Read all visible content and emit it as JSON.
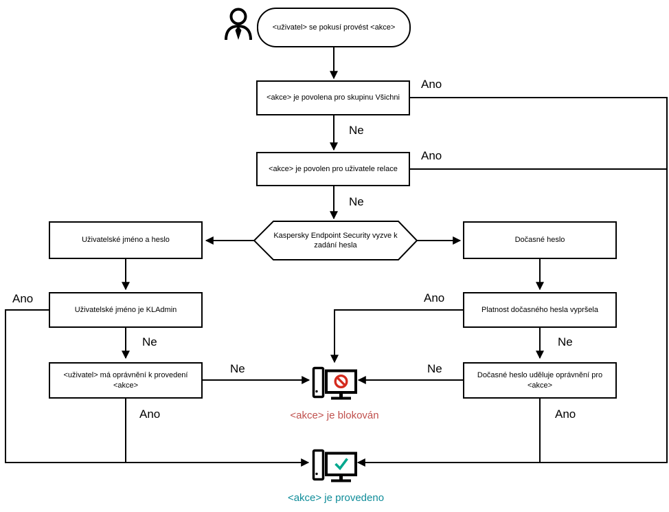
{
  "diagram_type": "flowchart",
  "labels": {
    "yes": "Ano",
    "no": "Ne"
  },
  "nodes": {
    "start": "<uživatel> se pokusí provést <akce>",
    "allowed_group": "<akce> je povolena pro skupinu Všichni",
    "allowed_session": "<akce> je povolen pro uživatele relace",
    "password_prompt": "Kaspersky Endpoint Security vyzve k zadání hesla",
    "username_password": "Uživatelské jméno a heslo",
    "temporary_password": "Dočasné heslo",
    "username_is_kladmin": "Uživatelské jméno je KLAdmin",
    "user_has_permission": "<uživatel> má oprávnění k provedení <akce>",
    "temp_password_expired": "Platnost dočasného hesla vypršela",
    "temp_password_grants": "Dočasné heslo uděluje oprávnění pro <akce>",
    "action_blocked": "<akce> je blokován",
    "action_performed": "<akce> je provedeno"
  },
  "icons": {
    "user": "user-icon",
    "blocked": "computer-blocked-icon",
    "success": "computer-check-icon"
  },
  "colors": {
    "line": "#000000",
    "blocked_text": "#c0504d",
    "blocked_symbol": "#d42b1e",
    "success_text": "#0e8c99",
    "success_symbol": "#00a88e"
  }
}
